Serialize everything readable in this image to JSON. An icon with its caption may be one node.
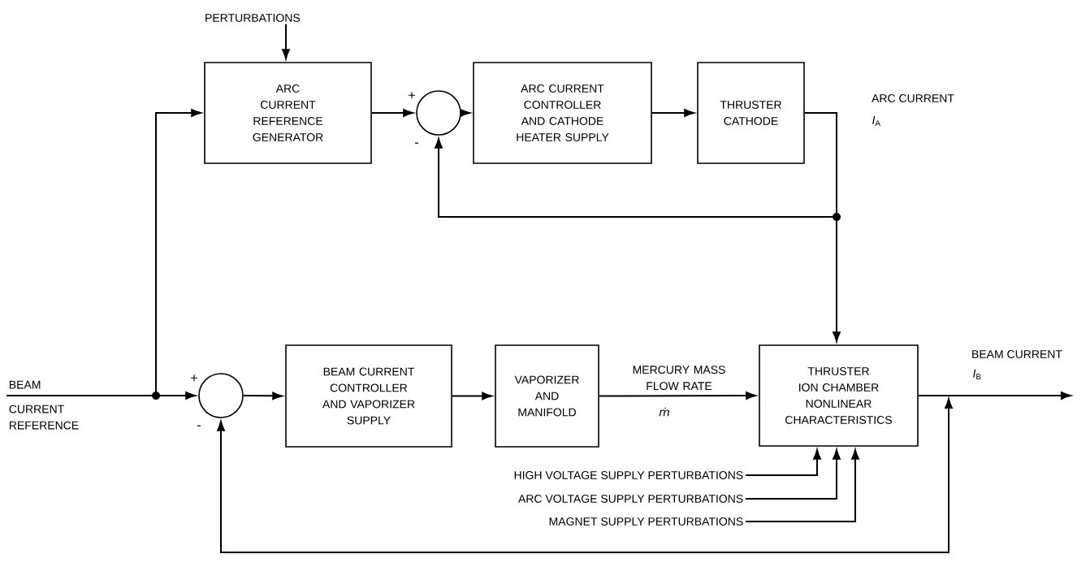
{
  "diagram": {
    "nodes": [
      {
        "text": [
          "PERTURBATIONS"
        ]
      },
      {
        "text": [
          "ARC CURRENT REFERENCE GENERATOR"
        ]
      },
      {
        "text": [],
        "shape": "circle",
        "beside": [
          "+",
          "-"
        ]
      },
      {
        "text": [
          "ARC CURRENT CONTROLLER AND CATHODE HEATER SUPPLY"
        ]
      },
      {
        "text": [
          "THRUSTER CATHODE"
        ]
      },
      {
        "text": [
          "BEAM",
          "CURRENT REFERENCE"
        ]
      },
      {
        "text": [],
        "shape": "circle",
        "beside": [
          "+",
          "-"
        ]
      },
      {
        "text": [
          "BEAM CURRENT CONTROLLER AND VAPORIZER SUPPLY"
        ]
      },
      {
        "text": [
          "VAPORIZER AND MANIFOLD"
        ]
      },
      {
        "text": [
          "THRUSTER ION CHAMBER NONLINEAR CHARACTERISTICS"
        ]
      },
      {
        "text": [
          "HIGH VOLTAGE SUPPLY PERTURBATIONS"
        ]
      },
      {
        "text": [
          "ARC VOLTAGE SUPPLY PERTURBATIONS"
        ]
      },
      {
        "text": [
          "MAGNET SUPPLY PERTURBATIONS"
        ]
      }
    ],
    "edges": [
      {
        "from": 0,
        "to": 1,
        "arrow": "to"
      },
      {
        "from": 5,
        "to": 1,
        "arrow": "to"
      },
      {
        "from": 1,
        "to": 2,
        "arrow": "to"
      },
      {
        "from": 2,
        "to": 3,
        "arrow": "to"
      },
      {
        "from": 3,
        "to": 4,
        "arrow": "to"
      },
      {
        "from": 4,
        "to": 2,
        "arrow": "to"
      },
      {
        "from": 4,
        "to": 9,
        "arrow": "to"
      },
      {
        "from": 5,
        "to": 6,
        "arrow": "to"
      },
      {
        "from": 6,
        "to": 7,
        "arrow": "to"
      },
      {
        "from": 7,
        "to": 8,
        "arrow": "to"
      },
      {
        "from": 8,
        "to": 9,
        "arrow": "to",
        "label": "MERCURY MASS FLOW RATE"
      },
      {
        "from": 10,
        "to": 9,
        "arrow": "to"
      },
      {
        "from": 11,
        "to": 9,
        "arrow": "to"
      },
      {
        "from": 12,
        "to": 9,
        "arrow": "to"
      },
      {
        "from": 9,
        "to": null,
        "arrow": "to"
      },
      {
        "from": 9,
        "to": 6,
        "arrow": "both"
      }
    ],
    "labels": [
      "ARC CURRENT",
      "*I*$_{A}$",
      "ṁ",
      "BEAM CURRENT",
      "*I*$_{B}$"
    ]
  }
}
